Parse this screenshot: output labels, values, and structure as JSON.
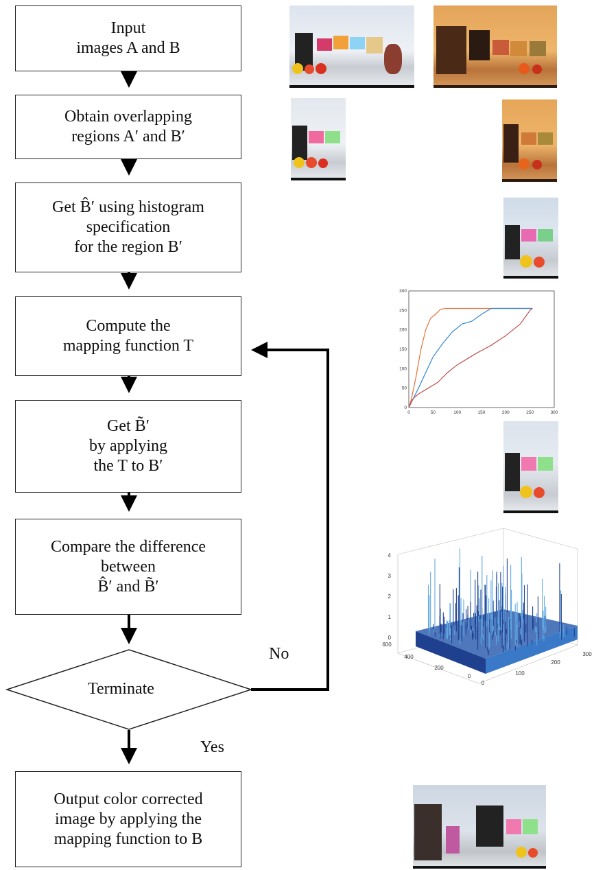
{
  "flowchart": {
    "steps": [
      {
        "lines": [
          "Input",
          "images A and B"
        ]
      },
      {
        "lines": [
          "Obtain overlapping",
          "regions A′ and B′"
        ]
      },
      {
        "lines": [
          "Get B̂′ using histogram",
          "specification",
          "for the region B′"
        ]
      },
      {
        "lines": [
          "Compute the",
          "mapping function T"
        ]
      },
      {
        "lines": [
          "Get B̃′",
          "by applying",
          "the T to B′"
        ]
      },
      {
        "lines": [
          "Compare the difference",
          "between",
          "B̂′ and B̃′"
        ]
      },
      {
        "lines": [
          "Terminate"
        ]
      },
      {
        "lines": [
          "Output color corrected",
          "image by applying the",
          "mapping function to B"
        ]
      }
    ],
    "no_label": "No",
    "yes_label": "Yes"
  },
  "mapping_plot": {
    "x_ticks": [
      "0",
      "50",
      "100",
      "150",
      "200",
      "250",
      "300"
    ],
    "y_ticks": [
      "0",
      "50",
      "100",
      "150",
      "200",
      "250",
      "300"
    ],
    "x_range": [
      0,
      300
    ],
    "y_range": [
      0,
      300
    ],
    "series": [
      {
        "color": "#e8703a",
        "points": [
          [
            0,
            0
          ],
          [
            5,
            20
          ],
          [
            15,
            80
          ],
          [
            25,
            150
          ],
          [
            35,
            200
          ],
          [
            45,
            230
          ],
          [
            55,
            240
          ],
          [
            65,
            252
          ],
          [
            75,
            255
          ],
          [
            255,
            255
          ]
        ]
      },
      {
        "color": "#2e86d6",
        "points": [
          [
            0,
            0
          ],
          [
            8,
            20
          ],
          [
            20,
            50
          ],
          [
            35,
            90
          ],
          [
            50,
            130
          ],
          [
            70,
            165
          ],
          [
            90,
            195
          ],
          [
            110,
            215
          ],
          [
            130,
            222
          ],
          [
            150,
            240
          ],
          [
            170,
            255
          ],
          [
            255,
            255
          ]
        ]
      },
      {
        "color": "#c0504d",
        "points": [
          [
            0,
            0
          ],
          [
            8,
            22
          ],
          [
            20,
            35
          ],
          [
            40,
            50
          ],
          [
            60,
            65
          ],
          [
            80,
            90
          ],
          [
            100,
            110
          ],
          [
            120,
            125
          ],
          [
            140,
            140
          ],
          [
            170,
            160
          ],
          [
            200,
            185
          ],
          [
            230,
            215
          ],
          [
            250,
            250
          ],
          [
            255,
            255
          ]
        ]
      }
    ]
  },
  "difference_surface": {
    "z_ticks": [
      "4",
      "3",
      "2",
      "1",
      "0"
    ],
    "y_ticks": [
      "600",
      "400",
      "200",
      "0"
    ],
    "x_ticks": [
      "0",
      "100",
      "200",
      "300"
    ]
  },
  "colors": {
    "box_border": "#222222",
    "arrow": "#000000",
    "surface_dark": "#1f3f8f",
    "surface_light": "#5fa8e0"
  }
}
